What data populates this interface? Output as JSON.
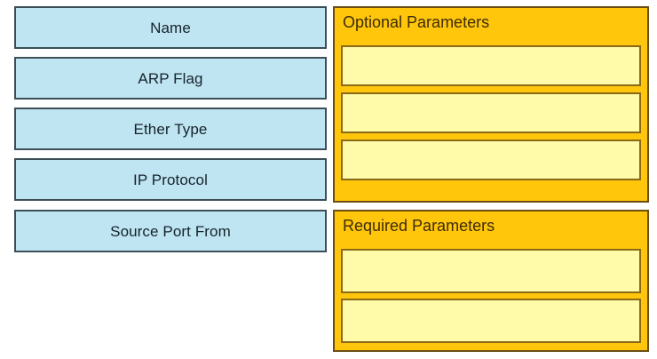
{
  "left_column": {
    "name": "field-name-tiles",
    "tiles": [
      {
        "label": "Name"
      },
      {
        "label": "ARP Flag"
      },
      {
        "label": "Ether Type"
      },
      {
        "label": "IP Protocol"
      },
      {
        "label": "Source Port From"
      }
    ]
  },
  "right_column": {
    "panels": [
      {
        "title": "Optional Parameters",
        "slots": [
          {
            "value": ""
          },
          {
            "value": ""
          },
          {
            "value": ""
          }
        ]
      },
      {
        "title": "Required Parameters",
        "slots": [
          {
            "value": ""
          },
          {
            "value": ""
          }
        ]
      }
    ]
  },
  "colors": {
    "tile_fill": "#bfe4f2",
    "tile_border": "#3c4f57",
    "panel_fill": "#ffc60b",
    "panel_border": "#6b4e12",
    "slot_fill": "#fffba8",
    "slot_border": "#8a6a18",
    "background": "#ffffff"
  }
}
